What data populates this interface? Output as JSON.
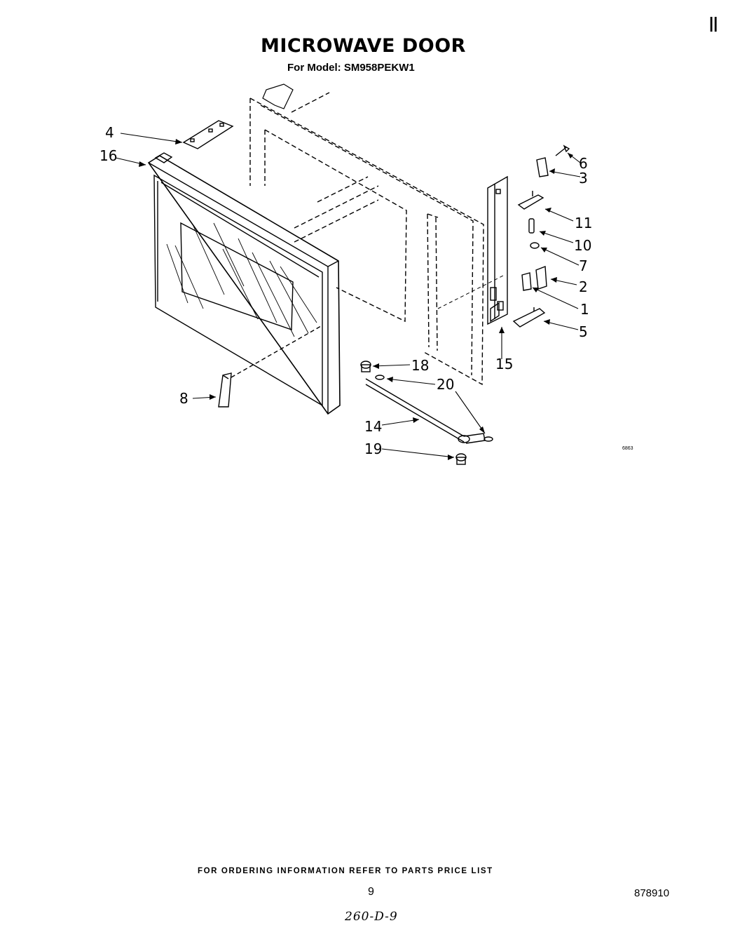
{
  "title": "MICROWAVE DOOR",
  "model_line": "For Model: SM958PEKW1",
  "corner_mark": "||",
  "figure_code": "6863",
  "callouts": [
    "4",
    "16",
    "6",
    "3",
    "11",
    "10",
    "7",
    "2",
    "1",
    "5",
    "15",
    "18",
    "20",
    "8",
    "14",
    "19"
  ],
  "footer": {
    "ordering_note": "FOR ORDERING INFORMATION REFER TO PARTS PRICE LIST",
    "page_number": "9",
    "doc_number": "878910",
    "handwritten": "260-D-9"
  }
}
